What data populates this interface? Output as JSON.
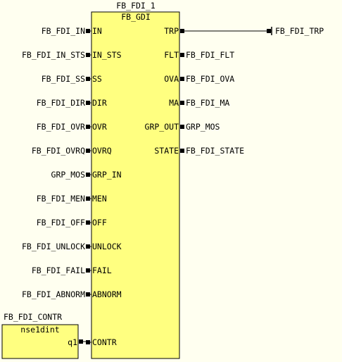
{
  "colors": {
    "background": "#fffff0",
    "block_fill": "#ffff80",
    "line": "#000000"
  },
  "main_block": {
    "instance_name": "FB_FDI_1",
    "type_name": "FB_GDI",
    "inputs": [
      {
        "pin": "IN",
        "signal": "FB_FDI_IN"
      },
      {
        "pin": "IN_STS",
        "signal": "FB_FDI_IN_STS"
      },
      {
        "pin": "SS",
        "signal": "FB_FDI_SS"
      },
      {
        "pin": "DIR",
        "signal": "FB_FDI_DIR"
      },
      {
        "pin": "OVR",
        "signal": "FB_FDI_OVR"
      },
      {
        "pin": "OVRQ",
        "signal": "FB_FDI_OVRQ"
      },
      {
        "pin": "GRP_IN",
        "signal": "GRP_MOS"
      },
      {
        "pin": "MEN",
        "signal": "FB_FDI_MEN"
      },
      {
        "pin": "OFF",
        "signal": "FB_FDI_OFF"
      },
      {
        "pin": "UNLOCK",
        "signal": "FB_FDI_UNLOCK"
      },
      {
        "pin": "FAIL",
        "signal": "FB_FDI_FAIL"
      },
      {
        "pin": "ABNORM",
        "signal": "FB_FDI_ABNORM"
      },
      {
        "pin": "CONTR",
        "signal": ""
      }
    ],
    "outputs": [
      {
        "pin": "TRP",
        "signal": "FB_FDI_TRP"
      },
      {
        "pin": "FLT",
        "signal": "FB_FDI_FLT"
      },
      {
        "pin": "OVA",
        "signal": "FB_FDI_OVA"
      },
      {
        "pin": "MA",
        "signal": "FB_FDI_MA"
      },
      {
        "pin": "GRP_OUT",
        "signal": "GRP_MOS"
      },
      {
        "pin": "STATE",
        "signal": "FB_FDI_STATE"
      }
    ]
  },
  "sub_block": {
    "instance_name": "FB_FDI_CONTR",
    "type_name": "nse1dint",
    "output_pin": "q1"
  }
}
